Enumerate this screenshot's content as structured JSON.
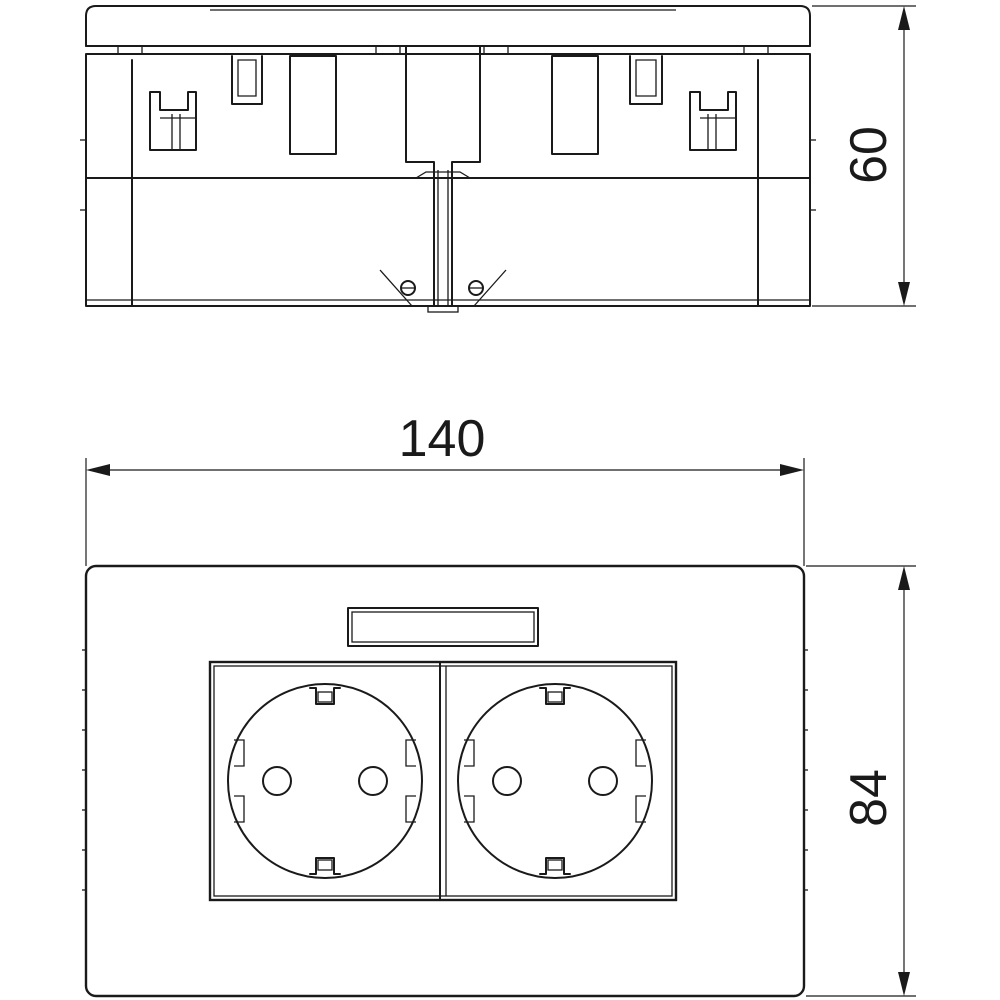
{
  "dimensions": {
    "height_top_view": "60",
    "width": "140",
    "height_front_view": "84"
  },
  "colors": {
    "line": "#1a1a1a",
    "background": "#ffffff"
  }
}
